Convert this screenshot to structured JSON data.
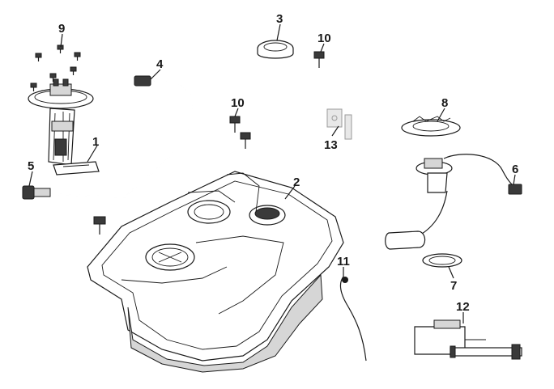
{
  "diagram": {
    "callouts": [
      {
        "id": "c1",
        "label": "1"
      },
      {
        "id": "c2",
        "label": "2"
      },
      {
        "id": "c3",
        "label": "3"
      },
      {
        "id": "c4",
        "label": "4"
      },
      {
        "id": "c5",
        "label": "5"
      },
      {
        "id": "c6",
        "label": "6"
      },
      {
        "id": "c7",
        "label": "7"
      },
      {
        "id": "c8",
        "label": "8"
      },
      {
        "id": "c9",
        "label": "9"
      },
      {
        "id": "c10a",
        "label": "10"
      },
      {
        "id": "c10b",
        "label": "10"
      },
      {
        "id": "c11",
        "label": "11"
      },
      {
        "id": "c12",
        "label": "12"
      },
      {
        "id": "c13",
        "label": "13"
      }
    ]
  }
}
